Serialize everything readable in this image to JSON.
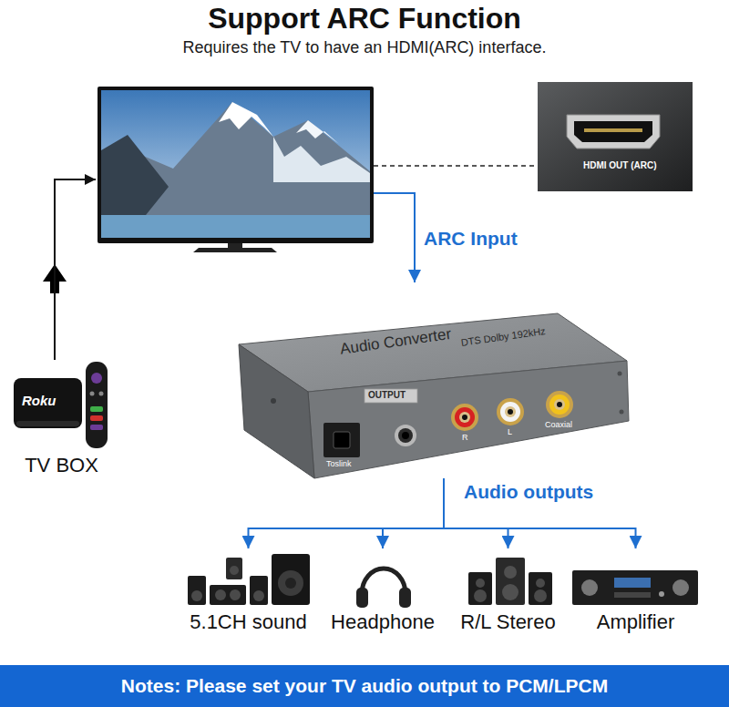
{
  "diagram": {
    "title": "Support ARC Function",
    "caption": "Notes: Please set your TV audio output to PCM/LPCM",
    "nodes": [
      {
        "text": [
          "HDMI OUT (ARC)"
        ]
      },
      {
        "text": [
          "TV BOX"
        ]
      },
      {
        "text": [
          "Audio Converter",
          "DTS Dolby 192kHz",
          "OUTPUT",
          "Toslink",
          "R",
          "L",
          "Coaxial"
        ]
      },
      {
        "text": [
          "5.1CH sound"
        ]
      },
      {
        "text": [
          "Headphone"
        ]
      },
      {
        "text": [
          "R/L Stereo"
        ]
      },
      {
        "text": [
          "Amplifier"
        ]
      }
    ],
    "edges": [
      {
        "from": 1,
        "to": 0,
        "arrow": "to"
      },
      {
        "from": 0,
        "to": 2,
        "label": "ARC Input",
        "arrow": "to"
      },
      {
        "from": 2,
        "to": 3,
        "label": "Audio outputs",
        "arrow": "to"
      },
      {
        "from": 2,
        "to": 4,
        "arrow": "to"
      },
      {
        "from": 2,
        "to": 5,
        "arrow": "to"
      },
      {
        "from": 2,
        "to": 6,
        "arrow": "to"
      }
    ],
    "labels": [
      "Requires the TV to have an HDMI(ARC) interface.",
      "Roku"
    ]
  }
}
